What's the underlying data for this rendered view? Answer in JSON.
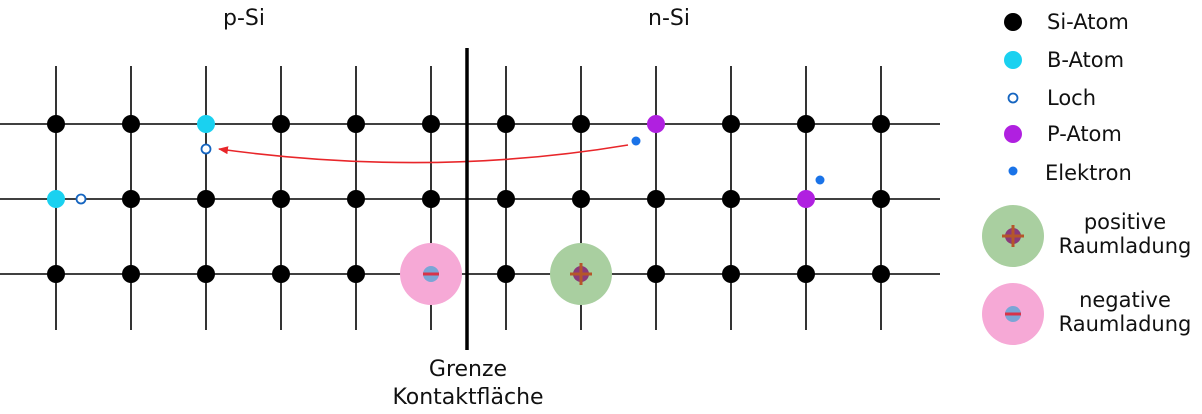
{
  "labels": {
    "p_region": "p-Si",
    "n_region": "n-Si",
    "boundary_line1": "Grenze",
    "boundary_line2": "Kontaktfläche"
  },
  "legend": {
    "si_atom": "Si-Atom",
    "b_atom": "B-Atom",
    "hole": "Loch",
    "p_atom": "P-Atom",
    "electron": "Elektron",
    "positive_line1": "positive",
    "positive_line2": "Raumladung",
    "negative_line1": "negative",
    "negative_line2": "Raumladung"
  },
  "colors": {
    "si_atom": "#000000",
    "b_atom": "#1ad1f0",
    "hole": "#1565c0",
    "p_atom": "#b020e0",
    "electron": "#1a73e8",
    "positive_region": "#a9cfa0",
    "negative_region": "#f6a9d6",
    "arrow": "#e8262a",
    "charge_sign": "#b5562a"
  }
}
